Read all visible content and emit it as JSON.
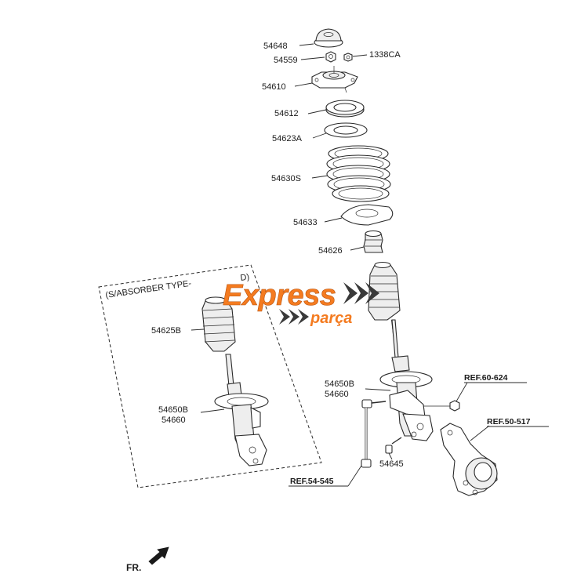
{
  "labels": {
    "p54648": "54648",
    "p54559": "54559",
    "p1338ca": "1338CA",
    "p54610": "54610",
    "p54612": "54612",
    "p54623a": "54623A",
    "p54630s": "54630S",
    "p54633": "54633",
    "p54626": "54626",
    "p54625b": "54625B",
    "p54650b_left": "54650B",
    "p54660_left": "54660",
    "p54650b_right": "54650B",
    "p54660_right": "54660",
    "p54645": "54645",
    "ref60624": "REF.60-624",
    "ref50517": "REF.50-517",
    "ref54545": "REF.54-545",
    "variant_title": "(S/ABSORBER TYPE-",
    "variant_title_end": "D)",
    "front": "FR."
  },
  "watermark": {
    "brand": "Express",
    "sub": "parça",
    "color_primary": "#f47b20",
    "color_dark": "#3a3a3a"
  }
}
